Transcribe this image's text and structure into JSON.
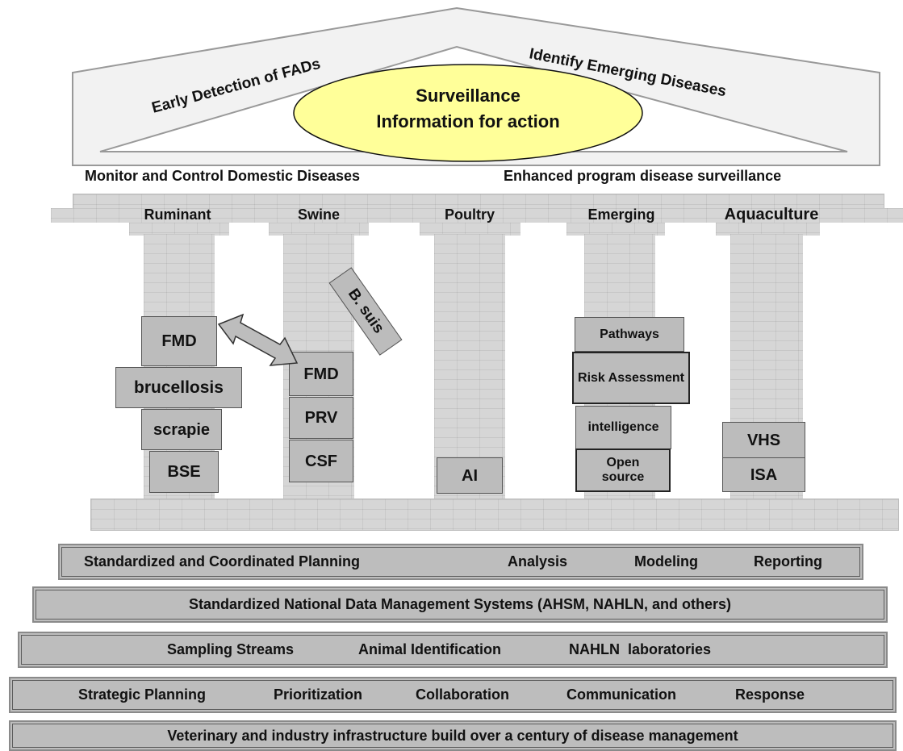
{
  "roof": {
    "left_label": "Early Detection of  FADs",
    "right_label": "Identify Emerging Diseases",
    "ellipse_line1": "Surveillance",
    "ellipse_line2": "Information for action",
    "bottom_left": "Monitor and Control Domestic Diseases",
    "bottom_right": "Enhanced program disease surveillance"
  },
  "pillars": {
    "ruminant": {
      "title": "Ruminant",
      "boxes": [
        "FMD",
        "brucellosis",
        "scrapie",
        "BSE"
      ]
    },
    "swine": {
      "title": "Swine",
      "boxes": [
        "FMD",
        "PRV",
        "CSF"
      ],
      "tilted_box": "B. suis"
    },
    "poultry": {
      "title": "Poultry",
      "boxes": [
        "AI"
      ]
    },
    "emerging": {
      "title": "Emerging",
      "boxes": [
        "Pathways",
        "Risk Assessment",
        "intelligence",
        "Open source"
      ]
    },
    "aquaculture": {
      "title": "Aquaculture",
      "boxes": [
        "VHS",
        "ISA"
      ]
    }
  },
  "steps": [
    {
      "items": [
        "Standardized and Coordinated Planning",
        "Analysis",
        "Modeling",
        "Reporting"
      ]
    },
    {
      "items": [
        "Standardized National Data Management Systems (AHSM, NAHLN, and others)"
      ]
    },
    {
      "items": [
        "Sampling Streams",
        "Animal Identification",
        "NAHLN  laboratories"
      ]
    },
    {
      "items": [
        "Strategic Planning",
        "Prioritization",
        "Collaboration",
        "Communication",
        "Response"
      ]
    },
    {
      "items": [
        "Veterinary and industry infrastructure build over a century of disease management"
      ]
    }
  ],
  "colors": {
    "ellipse_fill": "#ffff99",
    "box_fill": "#bcbcbc",
    "brick": "#d6d6d6",
    "roof_fill": "#f2f2f2"
  }
}
